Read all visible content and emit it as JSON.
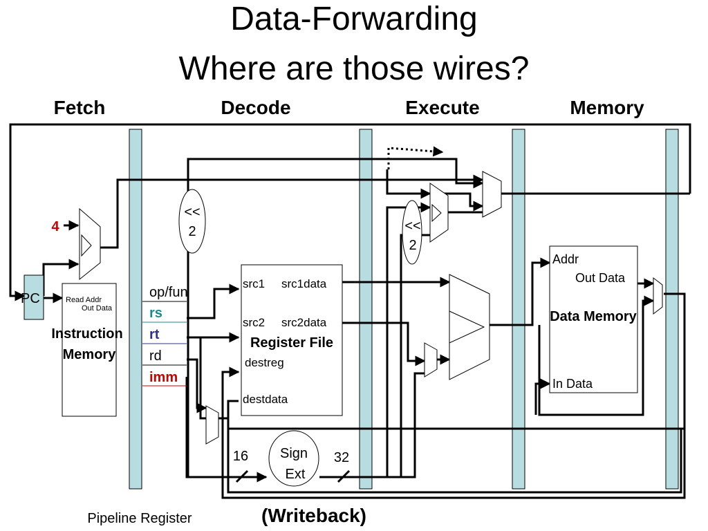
{
  "title": {
    "line1": "Data-Forwarding",
    "line2": "Where are those wires?"
  },
  "stages": {
    "fetch": "Fetch",
    "decode": "Decode",
    "execute": "Execute",
    "memory": "Memory",
    "writeback": "(Writeback)"
  },
  "fetch": {
    "pc_label": "PC",
    "constant_four": "4",
    "imem_read_addr": "Read Addr",
    "imem_out_data": "Out Data",
    "imem_name_line1": "Instruction",
    "imem_name_line2": "Memory"
  },
  "decode": {
    "shift_left_line1": "<<",
    "shift_left_line2": "2",
    "fields": [
      "op/fun",
      "rs",
      "rt",
      "rd",
      "imm"
    ],
    "regfile": {
      "src1": "src1",
      "src1data": "src1data",
      "src2": "src2",
      "src2data": "src2data",
      "name": "Register File",
      "destreg": "destreg",
      "destdata": "destdata"
    },
    "sign_ext_line1": "Sign",
    "sign_ext_line2": "Ext",
    "width_in": "16",
    "width_out": "32"
  },
  "execute": {
    "shift_left_line1": "<<",
    "shift_left_line2": "2"
  },
  "memory": {
    "addr": "Addr",
    "out_data": "Out Data",
    "name": "Data Memory",
    "in_data": "In Data"
  },
  "footer": {
    "pipeline_register_label": "Pipeline Register"
  },
  "colors": {
    "pipeline_register_fill": "#b7dde0",
    "rs_color": "#1a8a8a",
    "rt_color": "#2e3192",
    "imm_color": "#cc0000",
    "four_color": "#cc0000"
  }
}
